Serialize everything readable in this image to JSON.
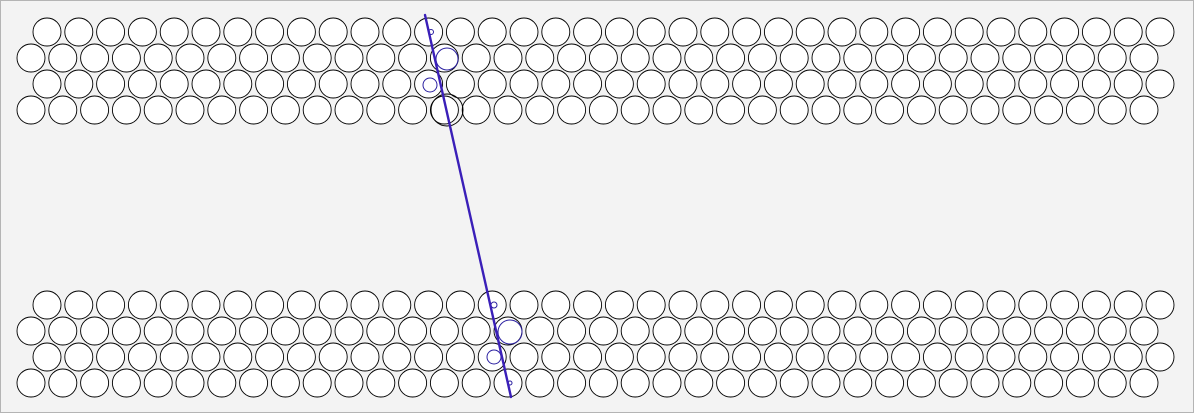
{
  "diagram": {
    "kind": "two packed circle arrays crossed by one line",
    "background_color": "#f3f3f3",
    "circle_stroke_color": "#000000",
    "circle_fill_color": "#ffffff",
    "line_color": "#3a1fb8",
    "highlight_color": "#2a1fa0",
    "bands": [
      {
        "name": "top-band",
        "rows": 4,
        "circles_per_row": [
          36,
          36,
          36,
          36
        ]
      },
      {
        "name": "bottom-band",
        "rows": 4,
        "circles_per_row": [
          36,
          36,
          36,
          36
        ]
      }
    ]
  }
}
